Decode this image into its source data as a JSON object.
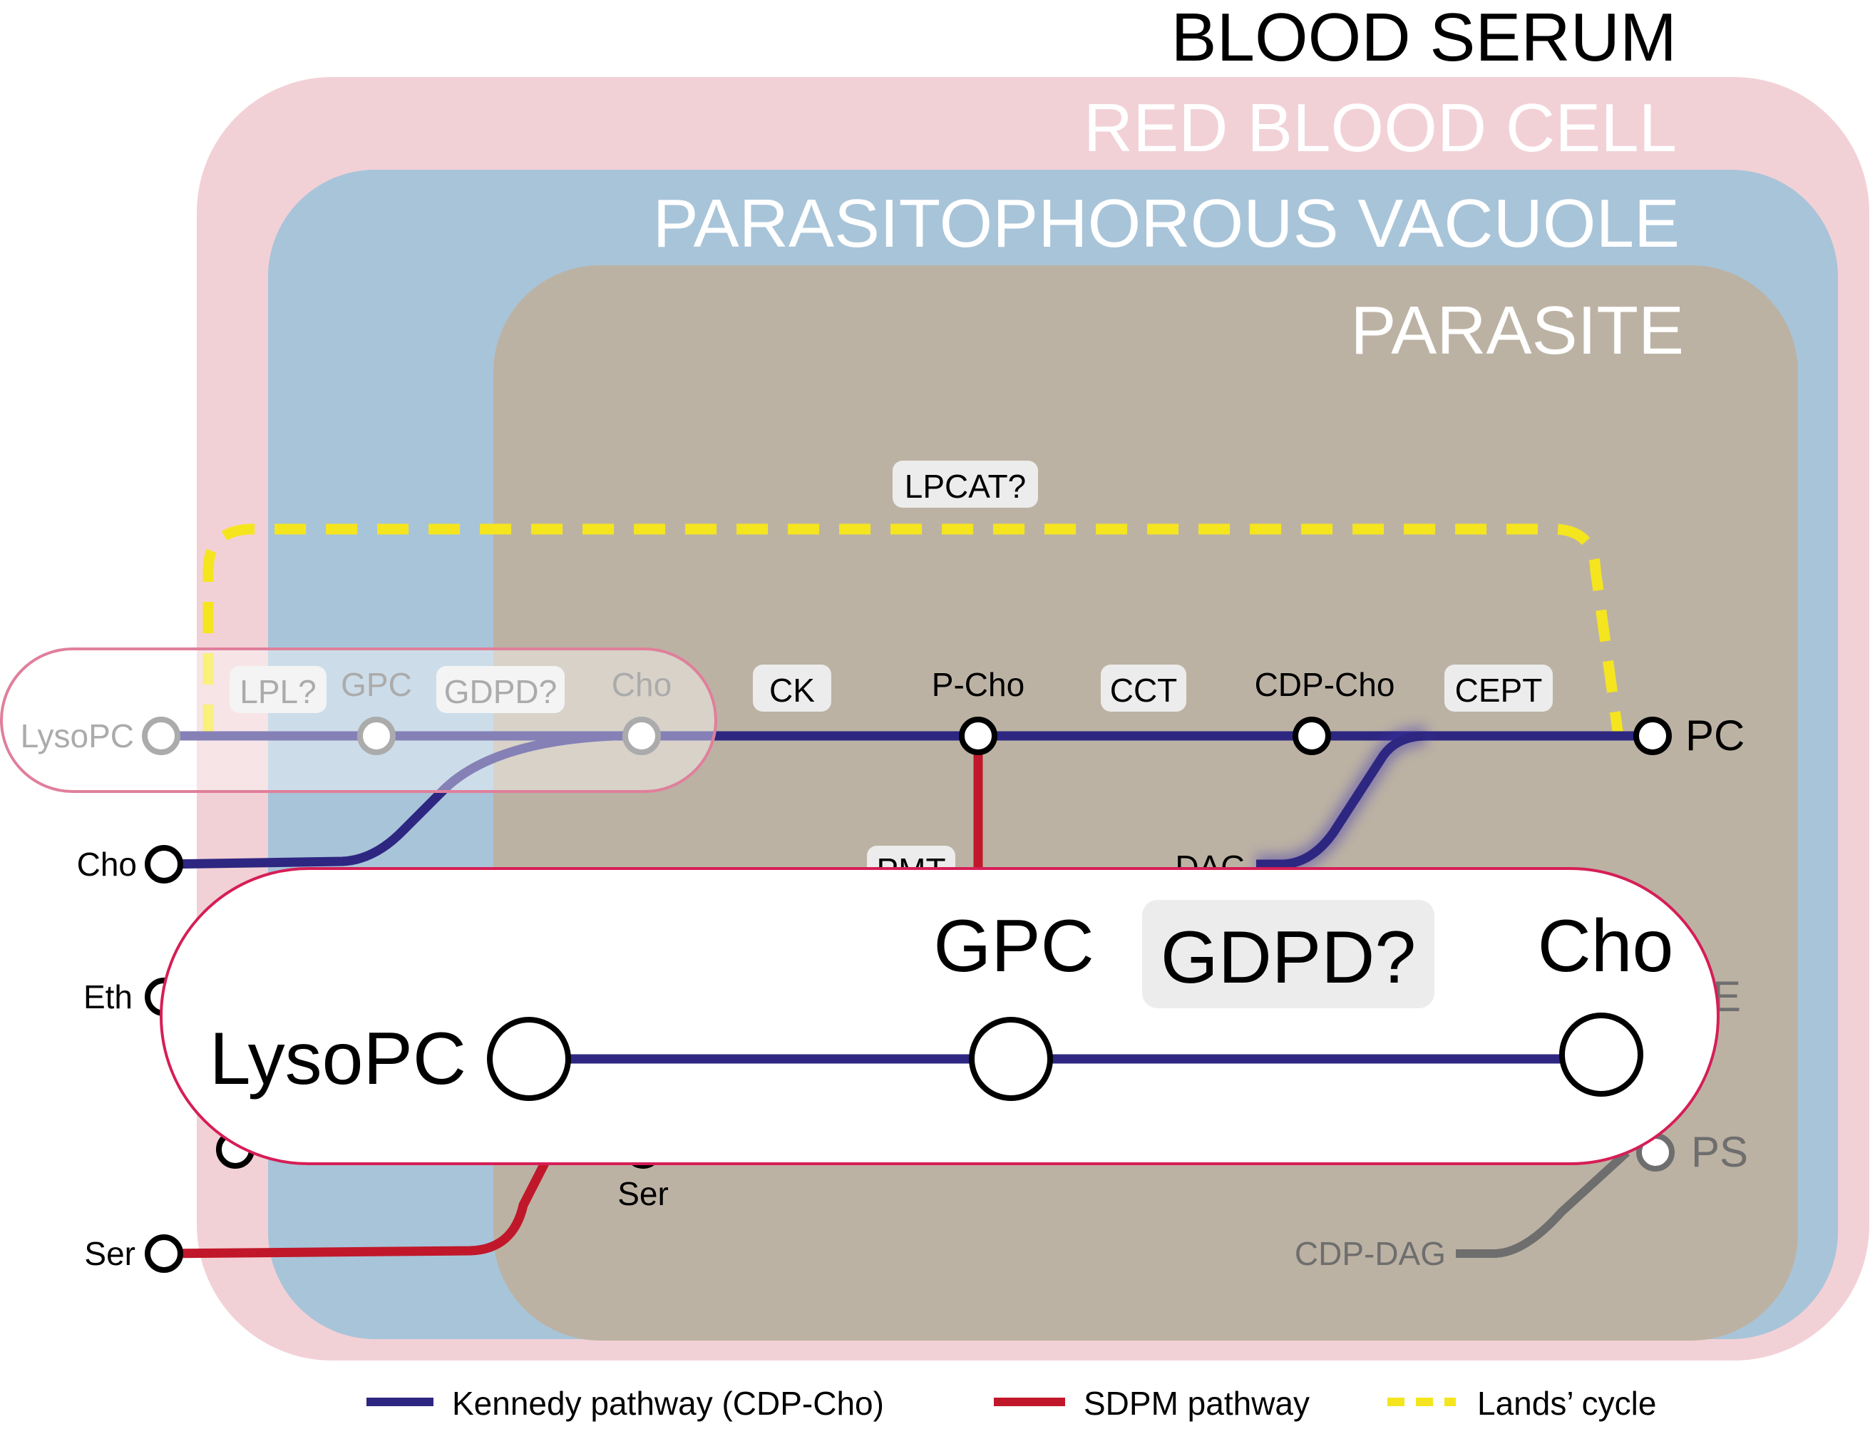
{
  "compartments": {
    "serum": "BLOOD SERUM",
    "rbc": "RED BLOOD CELL",
    "pv": "PARASITOPHOROUS VACUOLE",
    "parasite": "PARASITE"
  },
  "enzymes": {
    "lpcat": "LPCAT?",
    "lpl": "LPL?",
    "gdpd": "GDPD?",
    "ck": "CK",
    "cct": "CCT",
    "cept": "CEPT",
    "pmt": "PMT"
  },
  "metabolites": {
    "lysopc": "LysoPC",
    "gpc": "GPC",
    "cho_inner": "Cho",
    "pcho": "P-Cho",
    "cdpcho": "CDP-Cho",
    "pc": "PC",
    "dag": "DAG",
    "cho_ext": "Cho",
    "eth": "Eth",
    "pe": "PE",
    "ps": "PS",
    "ser_inner": "Ser",
    "ser_ext": "Ser",
    "cdpdag": "CDP-DAG"
  },
  "zoom": {
    "lysopc": "LysoPC",
    "gpc": "GPC",
    "gdpd": "GDPD?",
    "cho": "Cho"
  },
  "legend": {
    "kennedy": "Kennedy pathway (CDP-Cho)",
    "sdpm": "SDPM pathway",
    "lands": "Lands’ cycle"
  },
  "colors": {
    "serum_bg": "#f2d1d6",
    "pv_bg": "#a8c4d9",
    "parasite_bg": "#bcb2a3",
    "kennedy": "#2e2781",
    "sdpm": "#c0182a",
    "lands": "#f5e51f",
    "cdpdag_line": "#6e6e6e",
    "highlight_border": "#d61e56"
  }
}
